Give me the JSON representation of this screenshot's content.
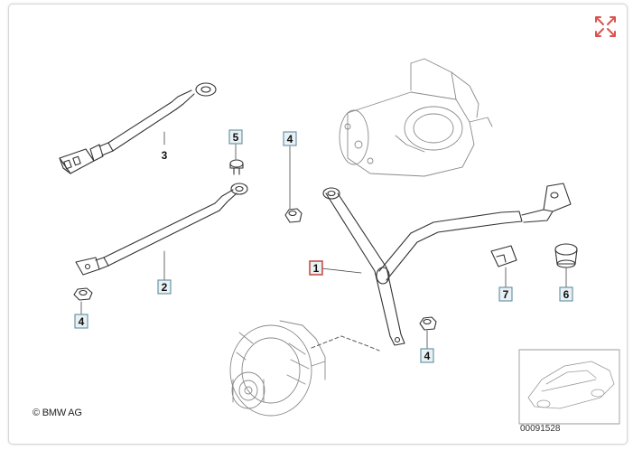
{
  "diagram": {
    "copyright": "© BMW AG",
    "image_number": "00091528",
    "expand_icon": "expand-arrows-icon",
    "callouts": [
      {
        "id": "c1",
        "label": "1",
        "highlighted": true
      },
      {
        "id": "c2",
        "label": "2"
      },
      {
        "id": "c3",
        "label": "3"
      },
      {
        "id": "c4a",
        "label": "4"
      },
      {
        "id": "c4b",
        "label": "4"
      },
      {
        "id": "c4c",
        "label": "4"
      },
      {
        "id": "c5",
        "label": "5"
      },
      {
        "id": "c6",
        "label": "6"
      },
      {
        "id": "c7",
        "label": "7"
      }
    ],
    "colors": {
      "line": "#333333",
      "highlight": "#c0392b",
      "box_fill": "#e8f1f4",
      "box_stroke": "#5f8ea0",
      "expand_icon": "#d9534f"
    }
  }
}
